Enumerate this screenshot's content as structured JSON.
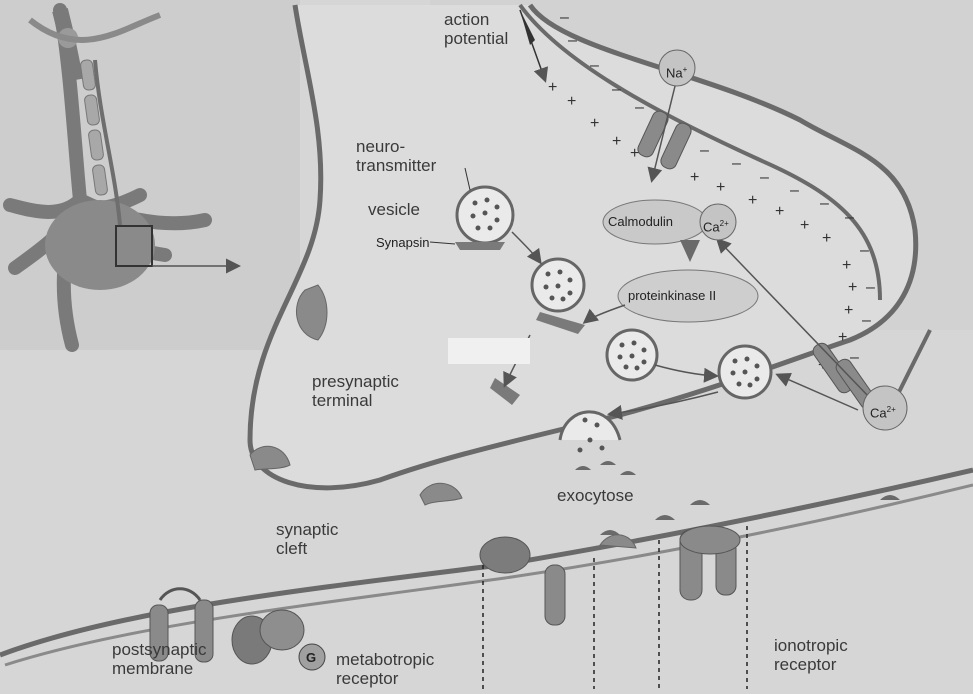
{
  "labels": {
    "action_potential": "action\npotential",
    "neurotransmitter": "neuro-\ntransmitter",
    "vesicle": "vesicle",
    "synapsin": "Synapsin",
    "calmodulin": "Calmodulin",
    "protein_kinase": "proteinkinase II",
    "presynaptic_terminal": "presynaptic\nterminal",
    "exocytose": "exocytose",
    "synaptic_cleft": "synaptic\ncleft",
    "postsynaptic_membrane": "postsynaptic\nmembrane",
    "metabotropic_receptor": "metabotropic\nreceptor",
    "ionotropic_receptor": "ionotropic\nreceptor",
    "g_protein": "G"
  },
  "ions": {
    "sodium": "Na",
    "sodium_charge": "+",
    "calcium_top": "Ca",
    "calcium_bottom": "Ca",
    "calcium_charge": "2+"
  },
  "colors": {
    "background": "#d6d6d6",
    "membrane": "#6a6a6a",
    "channel": "#8a8a8a",
    "vesicle_fill": "#eaeaea",
    "ion_fill": "#c4c4c4",
    "text": "#3a3a3a"
  }
}
